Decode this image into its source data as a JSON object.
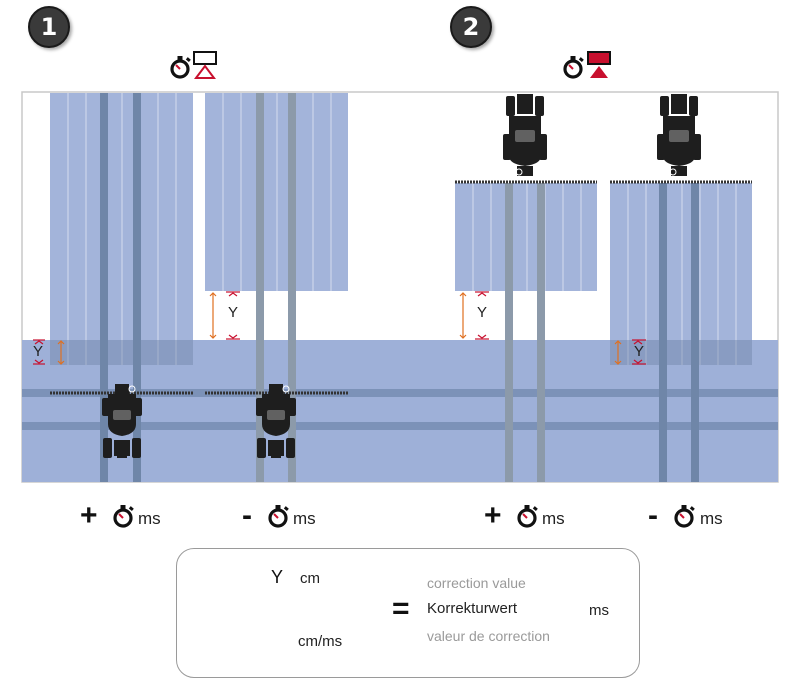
{
  "badges": {
    "first": "1",
    "second": "2"
  },
  "labels": {
    "y": "Y",
    "plus": "+",
    "minus": "-",
    "unit_ms": "ms"
  },
  "formula": {
    "numerator_unit": "cm",
    "denominator_unit": "cm/ms",
    "equals": "=",
    "line1": "correction value",
    "line2": "Korrekturwert",
    "line3": "valeur de correction",
    "result_unit": "ms"
  },
  "colors": {
    "field_blue": "#9eb0d8",
    "track_dark": "#6f86a8",
    "accent_red": "#c8102e",
    "tractor": "#1e1e1e"
  },
  "icons": [
    "stopwatch-icon",
    "section-off-icon",
    "section-on-icon",
    "tractor-icon",
    "speed-tractor-icon"
  ]
}
